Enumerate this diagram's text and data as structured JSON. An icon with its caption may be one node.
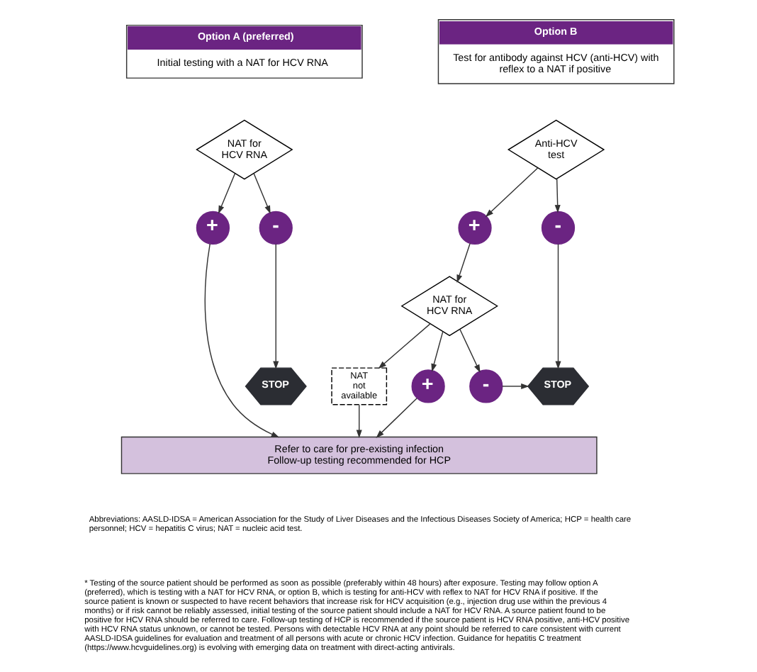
{
  "diagram": {
    "nodes": [
      {
        "text": [
          "Option A (preferred)",
          "Initial testing with a NAT for HCV RNA"
        ]
      },
      {
        "text": [
          "Option B",
          "Test for antibody against HCV (anti-HCV) with reflex to a NAT if positive"
        ]
      },
      {
        "text": [
          "NAT for HCV RNA"
        ]
      },
      {
        "text": [
          "+"
        ]
      },
      {
        "text": [
          "-"
        ]
      },
      {
        "text": [
          "STOP"
        ]
      },
      {
        "text": [
          "Anti-HCV test"
        ]
      },
      {
        "text": [
          "+"
        ]
      },
      {
        "text": [
          "-"
        ]
      },
      {
        "text": [
          "NAT for HCV RNA"
        ]
      },
      {
        "text": [
          "NAT not available"
        ]
      },
      {
        "text": [
          "+"
        ]
      },
      {
        "text": [
          "-"
        ]
      },
      {
        "text": [
          "STOP"
        ]
      },
      {
        "text": [
          "Refer to care for pre-existing infection",
          "Follow-up testing recommended for HCP"
        ]
      }
    ],
    "edges": [
      {
        "from": 2,
        "to": 3,
        "arrow": "to"
      },
      {
        "from": 2,
        "to": 4,
        "arrow": "to"
      },
      {
        "from": 3,
        "to": 14,
        "arrow": "to"
      },
      {
        "from": 4,
        "to": 5,
        "arrow": "to"
      },
      {
        "from": 6,
        "to": 7,
        "arrow": "to"
      },
      {
        "from": 6,
        "to": 8,
        "arrow": "to"
      },
      {
        "from": 7,
        "to": 9,
        "arrow": "to"
      },
      {
        "from": 8,
        "to": 13,
        "arrow": "to"
      },
      {
        "from": 9,
        "to": 10,
        "arrow": "to"
      },
      {
        "from": 9,
        "to": 11,
        "arrow": "to"
      },
      {
        "from": 9,
        "to": 12,
        "arrow": "to"
      },
      {
        "from": 12,
        "to": 13,
        "arrow": "to"
      },
      {
        "from": 10,
        "to": 14,
        "arrow": "to"
      },
      {
        "from": 11,
        "to": 14,
        "arrow": "to"
      }
    ],
    "labels": [
      "Abbreviations: AASLD-IDSA = American Association for the Study of Liver Diseases and the Infectious Diseases Society of America; HCP = health care personnel; HCV = hepatitis C virus; NAT = nucleic acid test.",
      "* Testing of the source patient should be performed as soon as possible (preferably within 48 hours) after exposure. Testing may follow option A (preferred), which is testing with a NAT for HCV RNA, or option B, which is testing for anti-HCV with reflex to NAT for HCV RNA if positive. If the source patient is known or suspected to have recent behaviors that increase risk for HCV acquisition (e.g., injection drug use within the previous 4 months) or if risk cannot be reliably assessed, initial testing of the source patient should include a NAT for HCV RNA. A source patient found to be positive for HCV RNA should be referred to care. Follow-up testing of HCP is recommended if the source patient is HCV RNA positive, anti-HCV positive with HCV RNA status unknown, or cannot be tested. Persons with detectable HCV RNA at any point should be referred to care consistent with current AASLD-IDSA guidelines for evaluation and treatment of all persons with acute or chronic HCV infection. Guidance for hepatitis C treatment (https://www.hcvguidelines.org) is evolving with emerging data on treatment with direct-acting antivirals."
    ]
  }
}
